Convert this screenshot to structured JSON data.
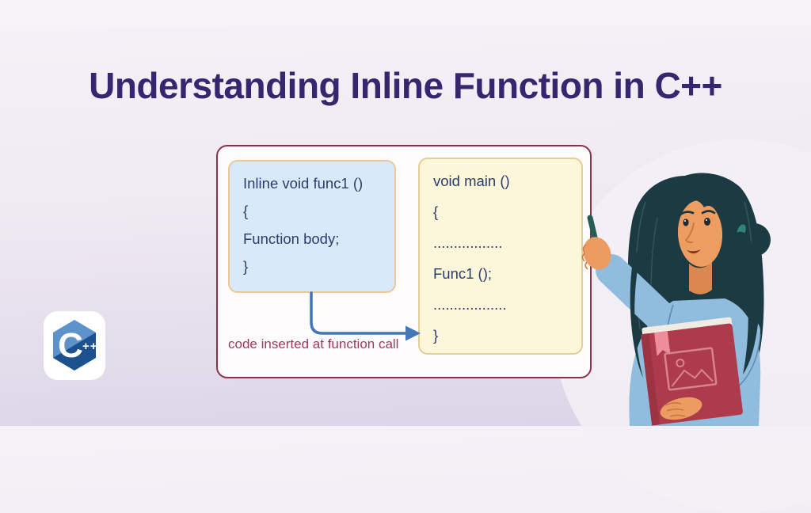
{
  "title": "Understanding Inline Function in C++",
  "diagram": {
    "left_box": {
      "lines": [
        "Inline void func1 ()",
        "{",
        "Function body;",
        "}"
      ]
    },
    "right_box": {
      "lines": [
        "void main ()",
        "{",
        ".................",
        "Func1 ();",
        "..................",
        "}"
      ]
    },
    "caption": "code inserted at function call"
  },
  "logo": {
    "letter": "C",
    "plusplus": "++"
  },
  "colors": {
    "title": "#342770",
    "background_top": "#f6f2f8",
    "background_bottom": "#dbd4e7",
    "panel_border": "#8e3048",
    "panel_fill": "#fdfbfc",
    "blue_box_fill": "#d8eaf9",
    "box_border_tan": "#ebc795",
    "yellow_box_fill": "#fcf6da",
    "code_text": "#2c3c6a",
    "caption_text": "#9e3a54",
    "arrow_blue": "#4377b6",
    "logo_light_blue": "#5d93cb",
    "logo_dark_blue": "#1c508f",
    "book_red": "#ad3b4b",
    "shirt_blue": "#90bddd",
    "skin": "#ec9b61",
    "hair": "#1c3a41"
  }
}
